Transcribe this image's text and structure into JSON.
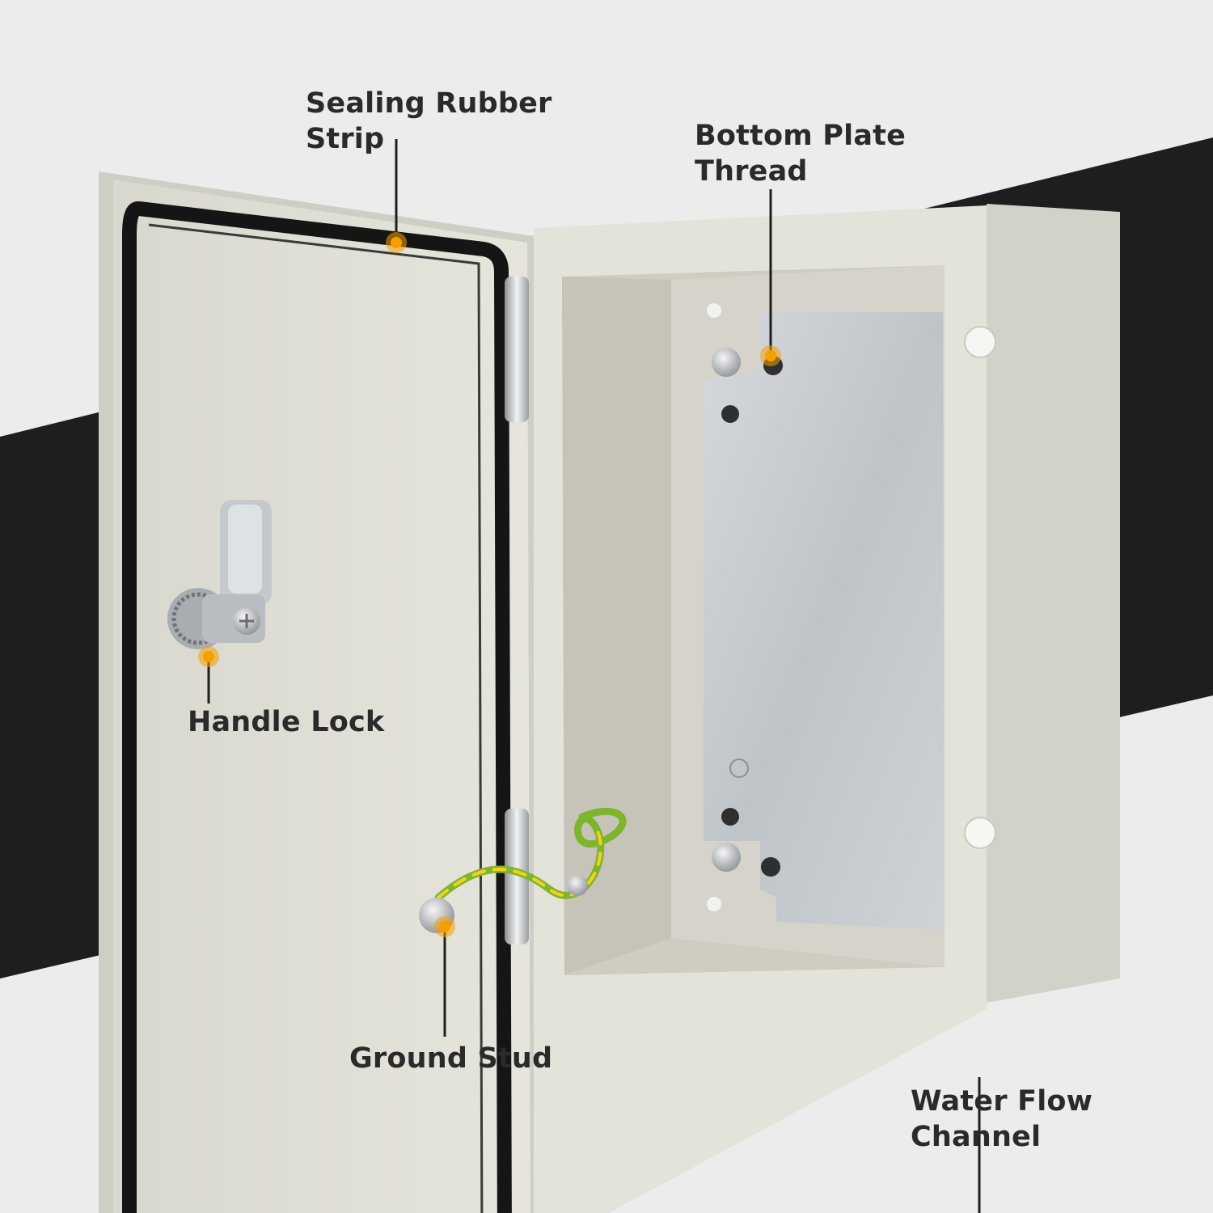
{
  "colors": {
    "background": "#ececec",
    "band": "#1e1e1e",
    "enclosure": "#e2e1d8",
    "gasket": "#151515",
    "plate": "#c9cdd0",
    "callout_dot": "#f5a000",
    "callout_line": "#1f1f1f",
    "label_text": "#2a2a2a"
  },
  "callouts": {
    "sealing_strip": {
      "line1": "Sealing Rubber",
      "line2": "Strip"
    },
    "bottom_plate": {
      "line1": "Bottom Plate",
      "line2": "Thread"
    },
    "handle_lock": {
      "line1": "Handle Lock"
    },
    "ground_stud": {
      "line1": "Ground Stud"
    },
    "water_channel": {
      "line1": "Water Flow",
      "line2": "Channel"
    }
  }
}
